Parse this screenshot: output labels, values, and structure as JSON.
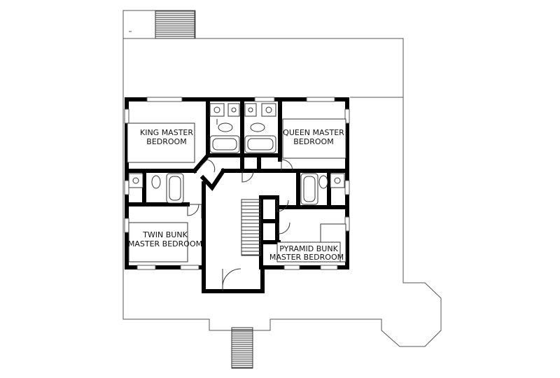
{
  "rooms": [
    {
      "line1": "KING MASTER",
      "line2": "BEDROOM"
    },
    {
      "line1": "QUEEN MASTER",
      "line2": "BEDROOM"
    },
    {
      "line1": "TWIN BUNK",
      "line2": "MASTER BEDROOM"
    },
    {
      "line1": "PYRAMID BUNK",
      "line2": "MASTER BEDROOM"
    }
  ]
}
